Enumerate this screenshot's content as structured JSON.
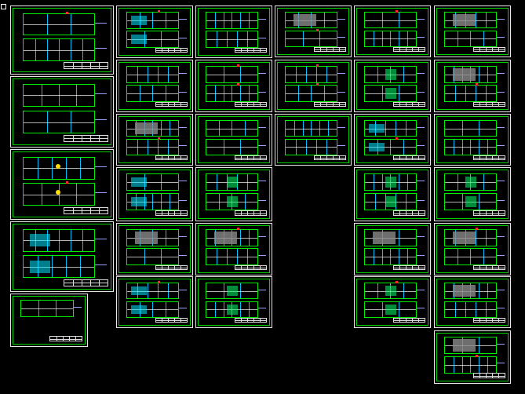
{
  "app": {
    "view": "model-space",
    "background_color": "#000000"
  },
  "colors": {
    "sheet_border": "#e8e8e8",
    "frame": "#00d000",
    "linework": "#00ee00",
    "cyan_fill": "#00e5ff",
    "green_fill": "#00ff66",
    "gray_fill": "#8a8a8a",
    "dimension": "#00c0ff",
    "marker_red": "#ff2a2a",
    "marker_yellow": "#ffe000",
    "annotation": "#9aa0ff"
  },
  "icons": {
    "ucs": "ucs-icon"
  },
  "drawing_sheets": [
    {
      "id": 1,
      "style": "elevation"
    },
    {
      "id": 2,
      "style": "plain"
    },
    {
      "id": 3,
      "style": "yellow"
    },
    {
      "id": 4,
      "style": "cyan"
    },
    {
      "id": 5,
      "style": "small"
    },
    {
      "id": 6,
      "style": "cyan"
    },
    {
      "id": 7,
      "style": "plain"
    },
    {
      "id": 8,
      "style": "gray"
    },
    {
      "id": 9,
      "style": "cyan"
    },
    {
      "id": 10,
      "style": "gray"
    },
    {
      "id": 11,
      "style": "cyan"
    },
    {
      "id": 12,
      "style": "plain"
    },
    {
      "id": 13,
      "style": "red"
    },
    {
      "id": 14,
      "style": "plain"
    },
    {
      "id": 15,
      "style": "green"
    },
    {
      "id": 16,
      "style": "gray"
    },
    {
      "id": 17,
      "style": "green"
    },
    {
      "id": 18,
      "style": "gray"
    },
    {
      "id": 19,
      "style": "red"
    },
    {
      "id": 20,
      "style": "plain"
    },
    {
      "id": 21,
      "style": "plain"
    },
    {
      "id": 22,
      "style": "green"
    },
    {
      "id": 23,
      "style": "cyan"
    },
    {
      "id": 24,
      "style": "green"
    },
    {
      "id": 25,
      "style": "gray"
    },
    {
      "id": 26,
      "style": "green"
    },
    {
      "id": 27,
      "style": "gray"
    },
    {
      "id": 28,
      "style": "gray"
    },
    {
      "id": 29,
      "style": "plain"
    },
    {
      "id": 30,
      "style": "green"
    },
    {
      "id": 31,
      "style": "gray"
    },
    {
      "id": 32,
      "style": "gray"
    },
    {
      "id": 33,
      "style": "gray"
    },
    {
      "id": 34,
      "style": "single"
    },
    {
      "id": 35,
      "style": "cyan"
    }
  ]
}
